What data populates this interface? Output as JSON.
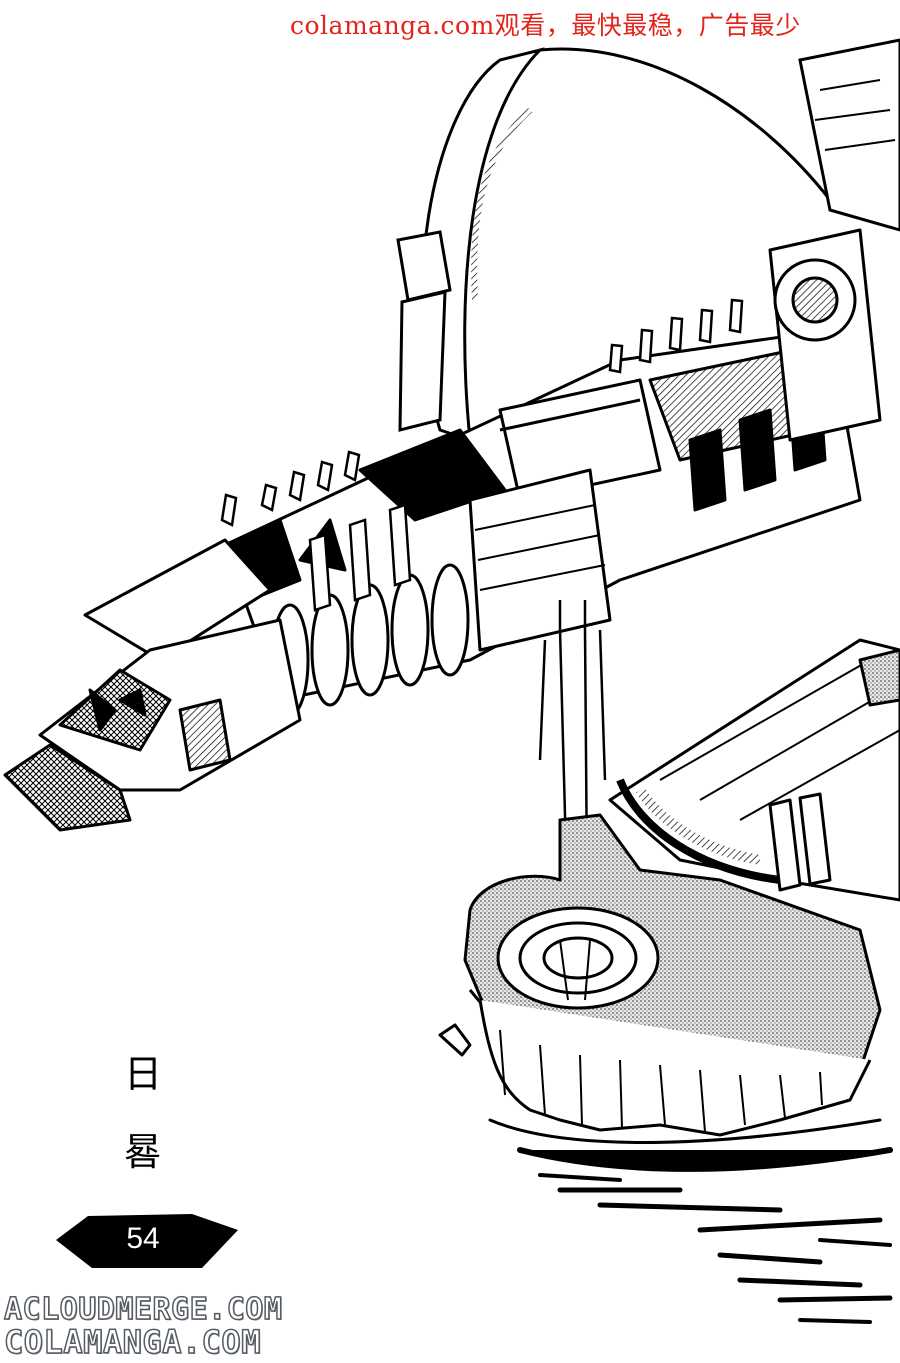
{
  "banner": {
    "text": "colamanga.com观看，最快最稳，广告最少",
    "color": "#e2241b"
  },
  "vertical_title": [
    "日",
    "晷"
  ],
  "page_badge": {
    "number": "54"
  },
  "watermarks": [
    "ACLOUDMERGE.COM",
    "COLAMANGA.COM"
  ],
  "icons": [
    "space-station-illustration",
    "page-number-badge"
  ]
}
